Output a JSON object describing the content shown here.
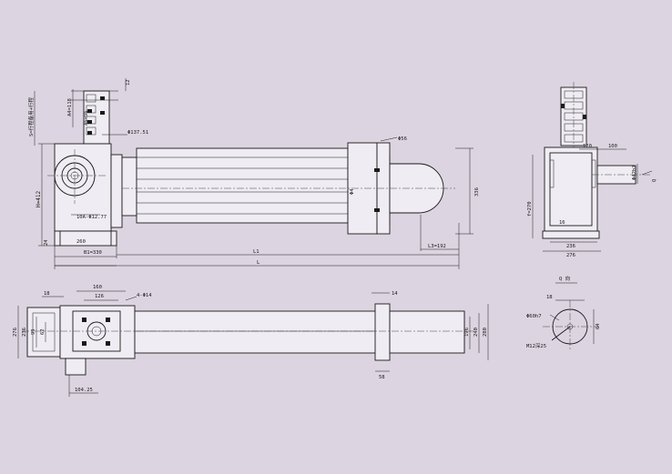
{
  "front_view": {
    "height_label": "H=412",
    "side_note": "S=行程备用+行程",
    "top_dim_a": "A5=96",
    "top_dim_b": "A4=118",
    "top_right_dim": "12",
    "flange_dia": "Φ137.51",
    "pitch_circle": "10A-Φ12.77",
    "tube_dia": "Φ4",
    "clevis_dia": "Φ56",
    "right_height": "336",
    "base_height": "24",
    "base_width": "260",
    "b1": "B1=330",
    "l1": "L1",
    "l": "L",
    "l3": "L3=192"
  },
  "side_view": {
    "dim_120": "120",
    "dim_100": "100",
    "shaft_dia": "Φ42h7",
    "dim_f": "f=270",
    "dim_16": "16",
    "dim_236": "236",
    "dim_276": "276",
    "center_mark": "Q"
  },
  "top_view": {
    "dim_18": "18",
    "dim_160": "160",
    "dim_126": "126",
    "holes": "4-Φ14",
    "dim_14": "14",
    "left_276": "276",
    "left_236": "236",
    "left_99": "99",
    "left_62": "62",
    "right_196": "196",
    "right_240": "240",
    "right_280": "280",
    "dim_104": "104.25",
    "dim_58": "58"
  },
  "detail_view": {
    "title": "Q 向",
    "dim_18": "18",
    "dim_64": "64",
    "shaft": "Φ60h7",
    "thread": "M12深25"
  }
}
